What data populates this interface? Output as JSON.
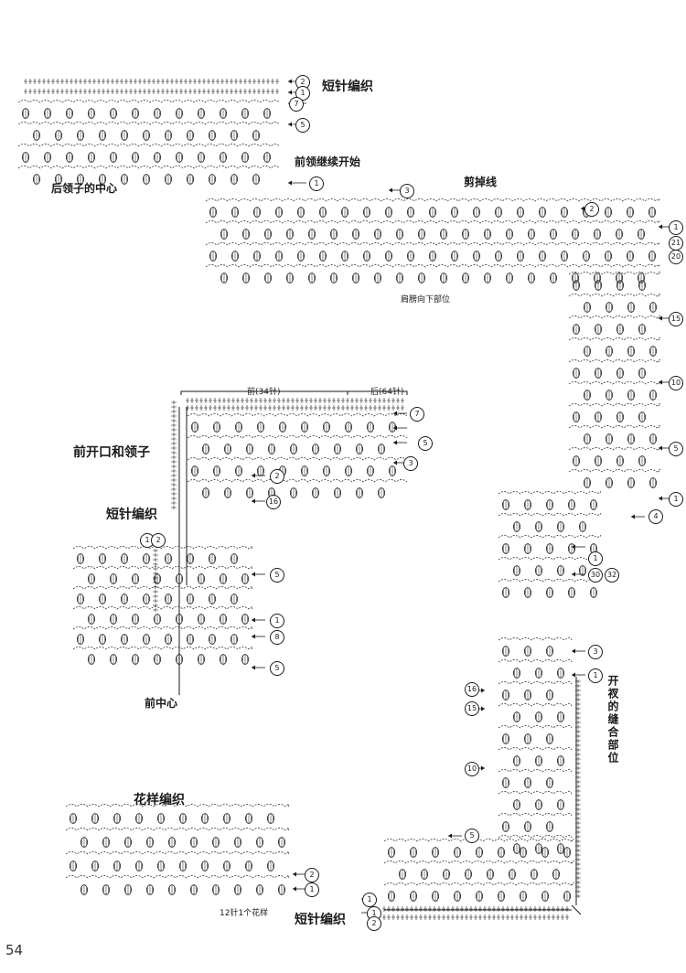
{
  "page_number": "54",
  "labels": {
    "short_stitch_top": "短针编织",
    "back_neck_center": "后领子的中心",
    "front_neck_start": "前领继续开始",
    "cut_line": "剪掉线",
    "shoulder_mark_legend": "肩膀向下部位",
    "front_34": "前(34针)",
    "back_64": "后(64针)",
    "front_opening_collar": "前开口和领子",
    "short_stitch_mid": "短针编织",
    "front_center": "前中心",
    "slit_seam": "开衩的缝合部位",
    "pattern_knit": "花样编织",
    "repeat_note": "12针1个花样",
    "short_stitch_bottom": "短针编织"
  },
  "markers": {
    "c1": "1",
    "c2": "2",
    "c3": "3",
    "c4": "4",
    "c5": "5",
    "c7": "7",
    "c8": "8",
    "c10": "10",
    "c15": "15",
    "c16": "16",
    "c20": "20",
    "c21": "21",
    "c30": "30",
    "c32": "32"
  },
  "colors": {
    "ink": "#1a1a1a",
    "paper": "#ffffff"
  }
}
